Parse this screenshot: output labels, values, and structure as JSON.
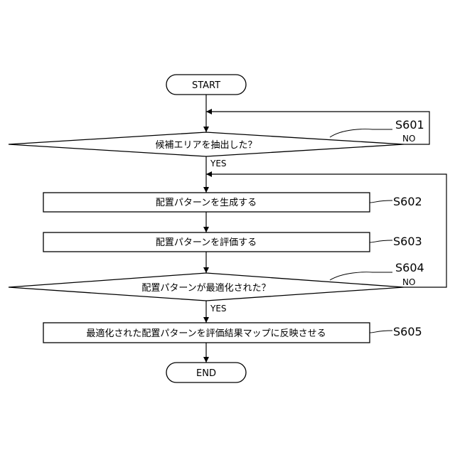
{
  "start": "START",
  "end": "END",
  "nodes": {
    "s601": {
      "id": "S601",
      "text": "候補エリアを抽出した？",
      "no": "NO",
      "yes": "YES"
    },
    "s602": {
      "id": "S602",
      "text": "配置パターンを生成する"
    },
    "s603": {
      "id": "S603",
      "text": "配置パターンを評価する"
    },
    "s604": {
      "id": "S604",
      "text": "配置パターンが最適化された？",
      "no": "NO",
      "yes": "YES"
    },
    "s605": {
      "id": "S605",
      "text": "最適化された配置パターンを評価結果マップに反映させる"
    }
  }
}
